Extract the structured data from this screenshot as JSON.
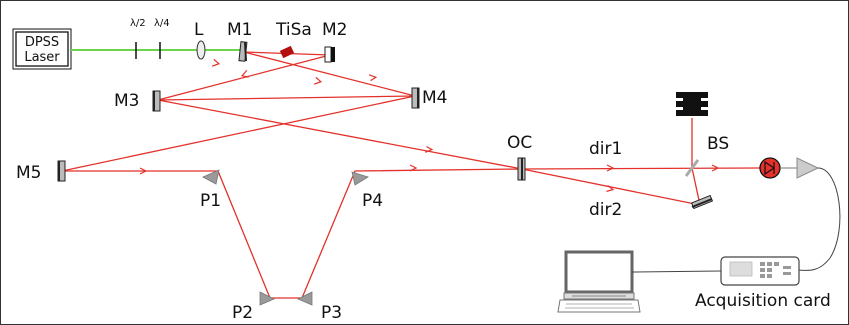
{
  "labels": {
    "laser_line1": "DPSS",
    "laser_line2": "Laser",
    "half_wave": "λ/2",
    "quarter_wave": "λ/4",
    "lens": "L",
    "m1": "M1",
    "tisa": "TiSa",
    "m2": "M2",
    "m3": "M3",
    "m4": "M4",
    "m5": "M5",
    "oc": "OC",
    "p1": "P1",
    "p2": "P2",
    "p3": "P3",
    "p4": "P4",
    "dir1": "dir1",
    "dir2": "dir2",
    "bs": "BS",
    "acquisition": "Acquisition card"
  },
  "colors": {
    "beam": "#e4312b",
    "pump": "#6cd44a",
    "crystal": "#b40f0f",
    "component": "#555555",
    "prism": "#9a9a9a"
  }
}
